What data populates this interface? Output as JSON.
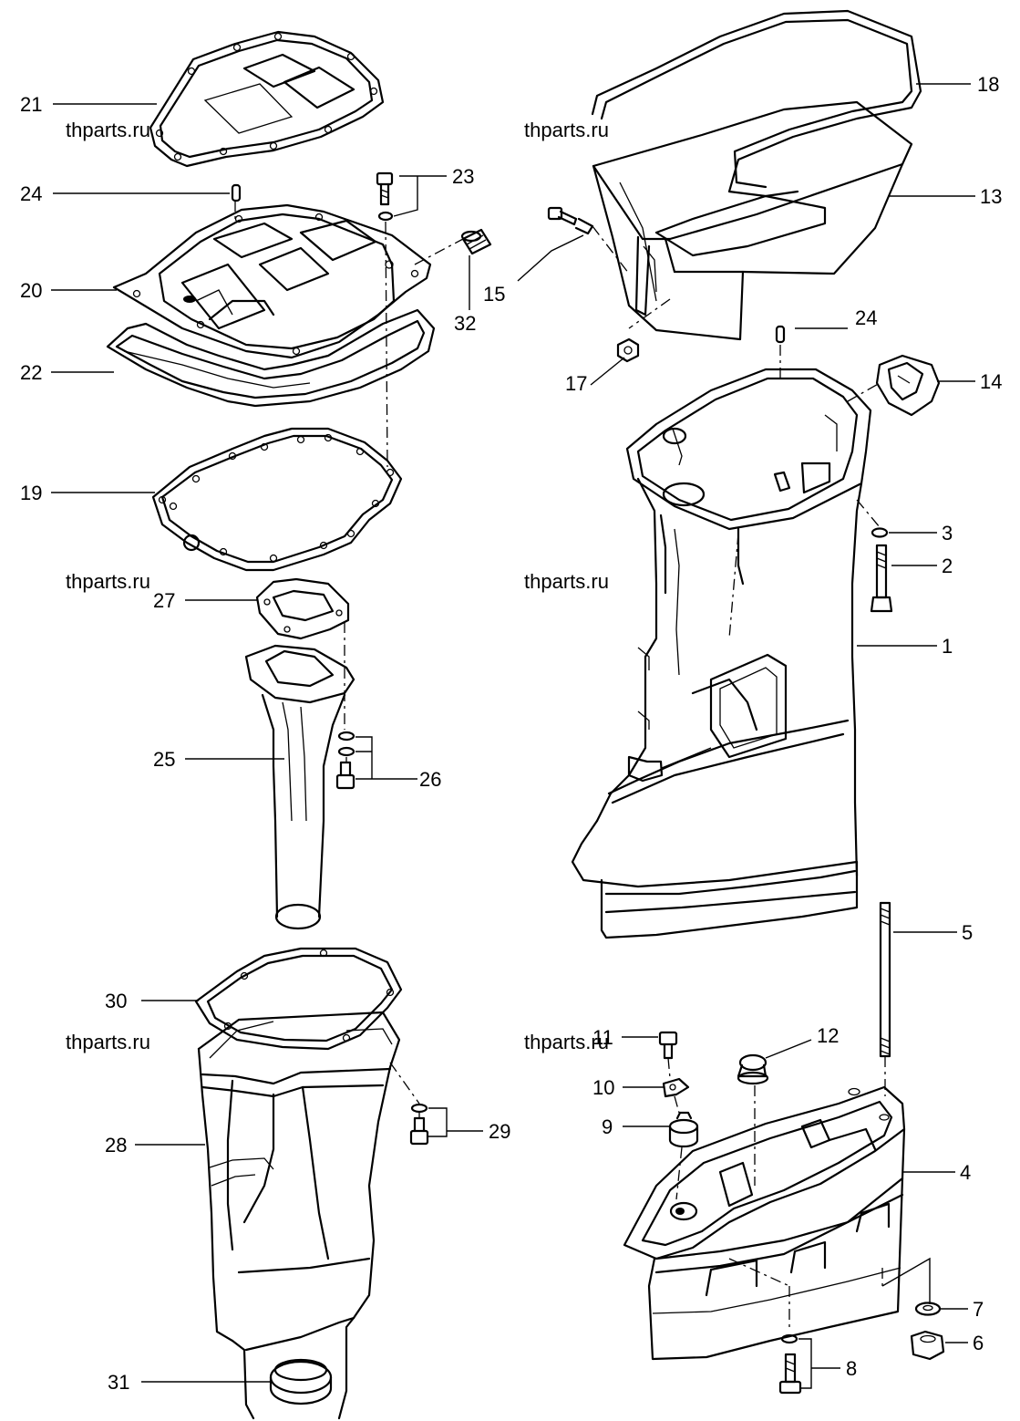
{
  "watermark": "thparts.ru",
  "callouts": {
    "c1": "1",
    "c2": "2",
    "c3": "3",
    "c4": "4",
    "c5": "5",
    "c6": "6",
    "c7": "7",
    "c8": "8",
    "c9": "9",
    "c10": "10",
    "c11": "11",
    "c12": "12",
    "c13": "13",
    "c14": "14",
    "c15": "15",
    "c17": "17",
    "c18": "18",
    "c19": "19",
    "c20": "20",
    "c21": "21",
    "c22": "22",
    "c23": "23",
    "c24a": "24",
    "c24b": "24",
    "c25": "25",
    "c26": "26",
    "c27": "27",
    "c28": "28",
    "c29": "29",
    "c30": "30",
    "c31": "31",
    "c32": "32"
  }
}
